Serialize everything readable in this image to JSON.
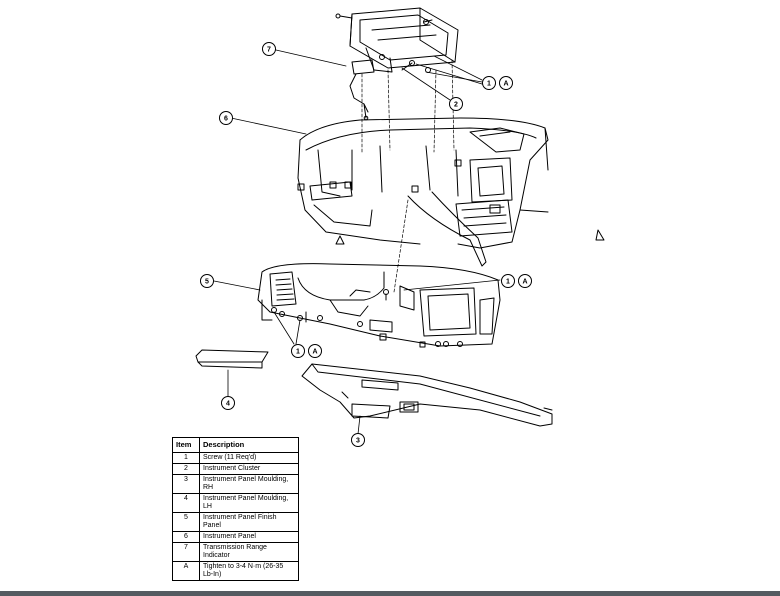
{
  "callouts": {
    "c1a": "1",
    "c1a_ref": "A",
    "c2": "2",
    "c6": "6",
    "c7": "7",
    "c1b": "1",
    "c1b_ref": "A",
    "c5": "5",
    "c1c": "1",
    "c1c_ref": "A",
    "c4": "4",
    "c3": "3"
  },
  "table": {
    "headers": [
      "Item",
      "Description"
    ],
    "rows": [
      {
        "item": "1",
        "description": "Screw (11 Req'd)"
      },
      {
        "item": "2",
        "description": "Instrument Cluster"
      },
      {
        "item": "3",
        "description": "Instrument Panel Moulding, RH"
      },
      {
        "item": "4",
        "description": "Instrument Panel Moulding, LH"
      },
      {
        "item": "5",
        "description": "Instrument Panel Finish Panel"
      },
      {
        "item": "6",
        "description": "Instrument Panel"
      },
      {
        "item": "7",
        "description": "Transmission Range Indicator"
      },
      {
        "item": "A",
        "description": "Tighten to 3-4 N·m (26-35 Lb-In)"
      }
    ]
  }
}
